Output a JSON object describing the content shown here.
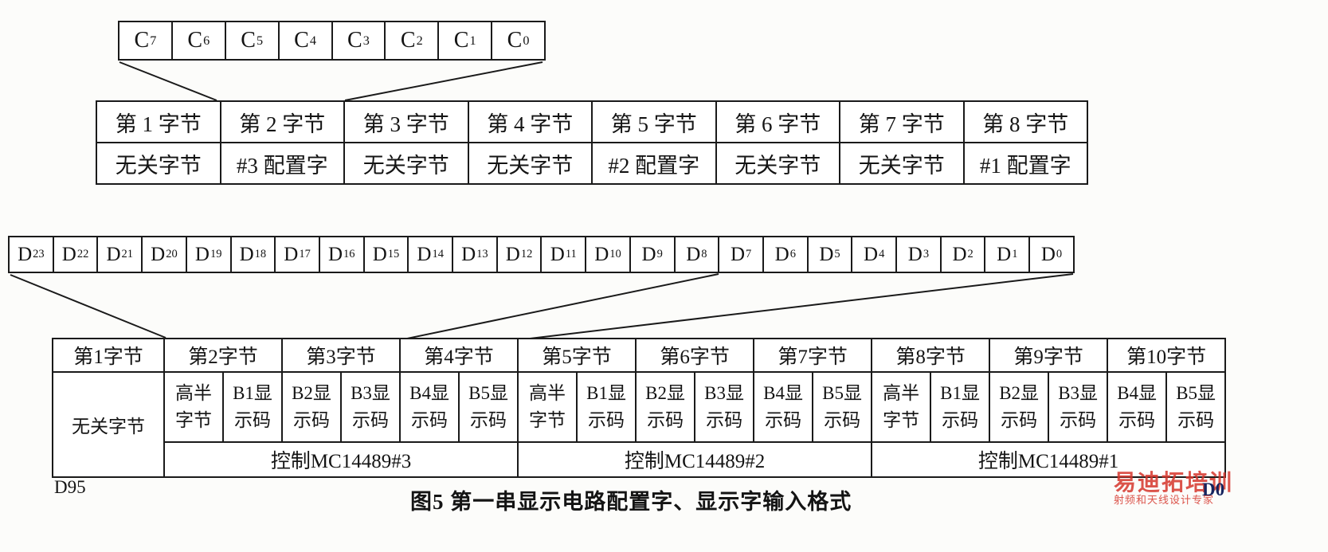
{
  "c_row": {
    "cells": [
      {
        "b": "C",
        "s": "7"
      },
      {
        "b": "C",
        "s": "6"
      },
      {
        "b": "C",
        "s": "5"
      },
      {
        "b": "C",
        "s": "4"
      },
      {
        "b": "C",
        "s": "3"
      },
      {
        "b": "C",
        "s": "2"
      },
      {
        "b": "C",
        "s": "1"
      },
      {
        "b": "C",
        "s": "0"
      }
    ]
  },
  "table1": {
    "headers": [
      "第 1 字节",
      "第 2 字节",
      "第 3 字节",
      "第 4 字节",
      "第 5 字节",
      "第 6 字节",
      "第 7 字节",
      "第 8 字节"
    ],
    "values": [
      "无关字节",
      "#3 配置字",
      "无关字节",
      "无关字节",
      "#2 配置字",
      "无关字节",
      "无关字节",
      "#1 配置字"
    ]
  },
  "d_row": {
    "cells": [
      {
        "b": "D",
        "s": "23"
      },
      {
        "b": "D",
        "s": "22"
      },
      {
        "b": "D",
        "s": "21"
      },
      {
        "b": "D",
        "s": "20"
      },
      {
        "b": "D",
        "s": "19"
      },
      {
        "b": "D",
        "s": "18"
      },
      {
        "b": "D",
        "s": "17"
      },
      {
        "b": "D",
        "s": "16"
      },
      {
        "b": "D",
        "s": "15"
      },
      {
        "b": "D",
        "s": "14"
      },
      {
        "b": "D",
        "s": "13"
      },
      {
        "b": "D",
        "s": "12"
      },
      {
        "b": "D",
        "s": "11"
      },
      {
        "b": "D",
        "s": "10"
      },
      {
        "b": "D",
        "s": "9"
      },
      {
        "b": "D",
        "s": "8"
      },
      {
        "b": "D",
        "s": "7"
      },
      {
        "b": "D",
        "s": "6"
      },
      {
        "b": "D",
        "s": "5"
      },
      {
        "b": "D",
        "s": "4"
      },
      {
        "b": "D",
        "s": "3"
      },
      {
        "b": "D",
        "s": "2"
      },
      {
        "b": "D",
        "s": "1"
      },
      {
        "b": "D",
        "s": "0"
      }
    ]
  },
  "table2": {
    "headers": [
      "第1字节",
      "第2字节",
      "第3字节",
      "第4字节",
      "第5字节",
      "第6字节",
      "第7字节",
      "第8字节",
      "第9字节",
      "第10字节"
    ],
    "byte1_value": "无关字节",
    "sub_cells": [
      {
        "l1": "高半",
        "l2": "字节"
      },
      {
        "l1": "B1显",
        "l2": "示码"
      },
      {
        "l1": "B2显",
        "l2": "示码"
      },
      {
        "l1": "B3显",
        "l2": "示码"
      },
      {
        "l1": "B4显",
        "l2": "示码"
      },
      {
        "l1": "B5显",
        "l2": "示码"
      }
    ],
    "controls": [
      "控制MC14489#3",
      "控制MC14489#2",
      "控制MC14489#1"
    ]
  },
  "footer": {
    "left_label": "D95",
    "caption": "图5 第一串显示电路配置字、显示字输入格式",
    "right_label": "D0"
  },
  "watermark": {
    "title": "易迪拓培训",
    "subtitle": "射频和天线设计专家",
    "color": "#d6362c"
  }
}
